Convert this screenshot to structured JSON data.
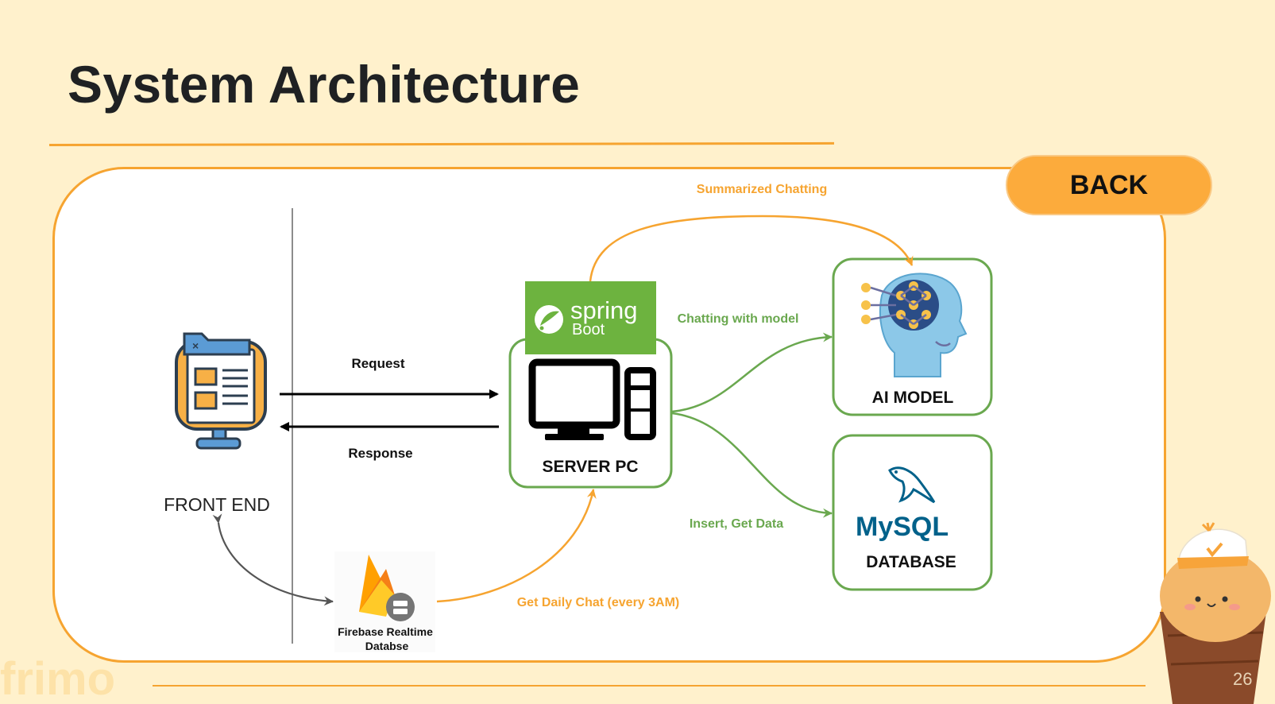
{
  "slide": {
    "title": "System Architecture",
    "back_label": "BACK",
    "page_number": "26",
    "brand": "frimo"
  },
  "diagram": {
    "front_end_label": "FRONT END",
    "request_label": "Request",
    "response_label": "Response",
    "server_label": "SERVER PC",
    "spring_word": "spring",
    "spring_sub": "Boot",
    "ai_label": "AI MODEL",
    "db_label": "DATABASE",
    "mysql_word": "MySQL",
    "firebase_line1": "Firebase Realtime",
    "firebase_line2": "Databse",
    "edge_summarized": "Summarized Chatting",
    "edge_chatting": "Chatting with model",
    "edge_insert": "Insert, Get Data",
    "edge_daily": "Get Daily Chat (every 3AM)"
  },
  "colors": {
    "background": "#fff1cc",
    "accent_orange": "#f6a430",
    "back_button": "#fcab3c",
    "green": "#6aa84f",
    "spring_green": "#6db33f",
    "mysql_blue": "#00618a",
    "mysql_orange": "#e48e00"
  }
}
